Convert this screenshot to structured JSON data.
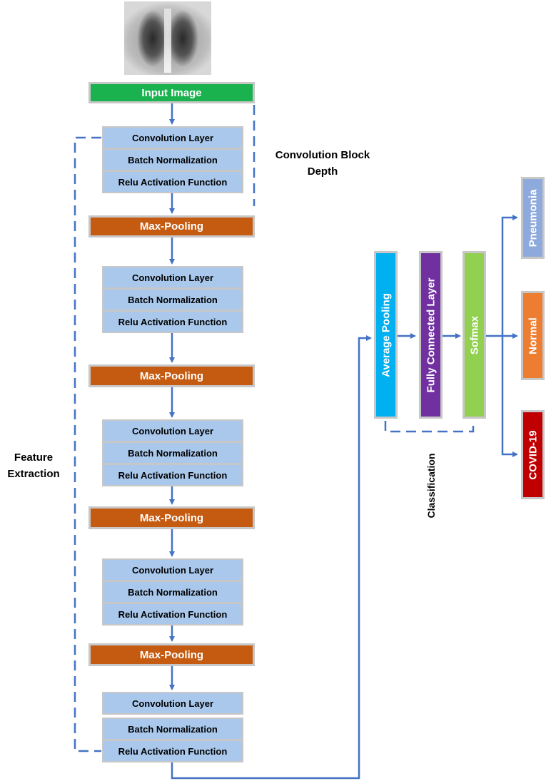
{
  "input": {
    "label": "Input Image"
  },
  "blocks": [
    {
      "conv": "Convolution Layer",
      "bn": "Batch Normalization",
      "relu": "Relu Activation Function"
    },
    {
      "conv": "Convolution Layer",
      "bn": "Batch Normalization",
      "relu": "Relu Activation Function"
    },
    {
      "conv": "Convolution Layer",
      "bn": "Batch Normalization",
      "relu": "Relu Activation Function"
    },
    {
      "conv": "Convolution Layer",
      "bn": "Batch Normalization",
      "relu": "Relu Activation Function"
    },
    {
      "conv": "Convolution Layer",
      "bn": "Batch Normalization",
      "relu": "Relu Activation Function"
    }
  ],
  "pooling": [
    "Max-Pooling",
    "Max-Pooling",
    "Max-Pooling",
    "Max-Pooling"
  ],
  "annotations": {
    "conv_block_line1": "Convolution Block",
    "conv_block_line2": "Depth",
    "feature_line1": "Feature",
    "feature_line2": "Extraction",
    "classification": "Classification"
  },
  "classifier": {
    "average_pooling": "Average Pooling",
    "fully_connected": "Fully Connected Layer",
    "softmax": "Sofmax"
  },
  "outputs": [
    "Pneumonia",
    "Normal",
    "COVID-19"
  ],
  "colors": {
    "input": "#1ab24f",
    "layer": "#a9c8ec",
    "pooling": "#c55a11",
    "average_pooling": "#00b0f0",
    "fully_connected": "#7030a0",
    "softmax": "#92d050",
    "pneumonia": "#8ea9db",
    "normal": "#ed7d31",
    "covid": "#c00000",
    "arrow": "#4472c4"
  }
}
